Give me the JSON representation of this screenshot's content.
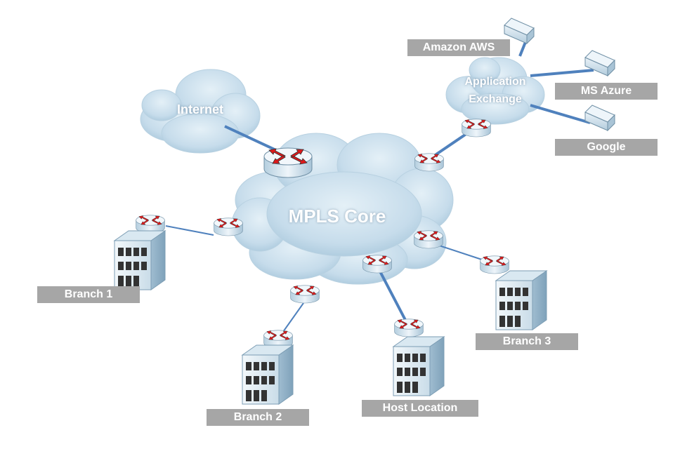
{
  "clouds": {
    "internet": "Internet",
    "core": "MPLS Core",
    "exchange_line1": "Application",
    "exchange_line2": "Exchange"
  },
  "labels": {
    "amazon": "Amazon AWS",
    "azure": "MS Azure",
    "google": "Google",
    "branch1": "Branch 1",
    "branch2": "Branch 2",
    "branch3": "Branch 3",
    "host": "Host Location"
  },
  "colors": {
    "label_bg": "#a6a6a6",
    "link": "#4f81bd",
    "router_arrow": "#e0191b",
    "cloud": "#c9dfec"
  }
}
